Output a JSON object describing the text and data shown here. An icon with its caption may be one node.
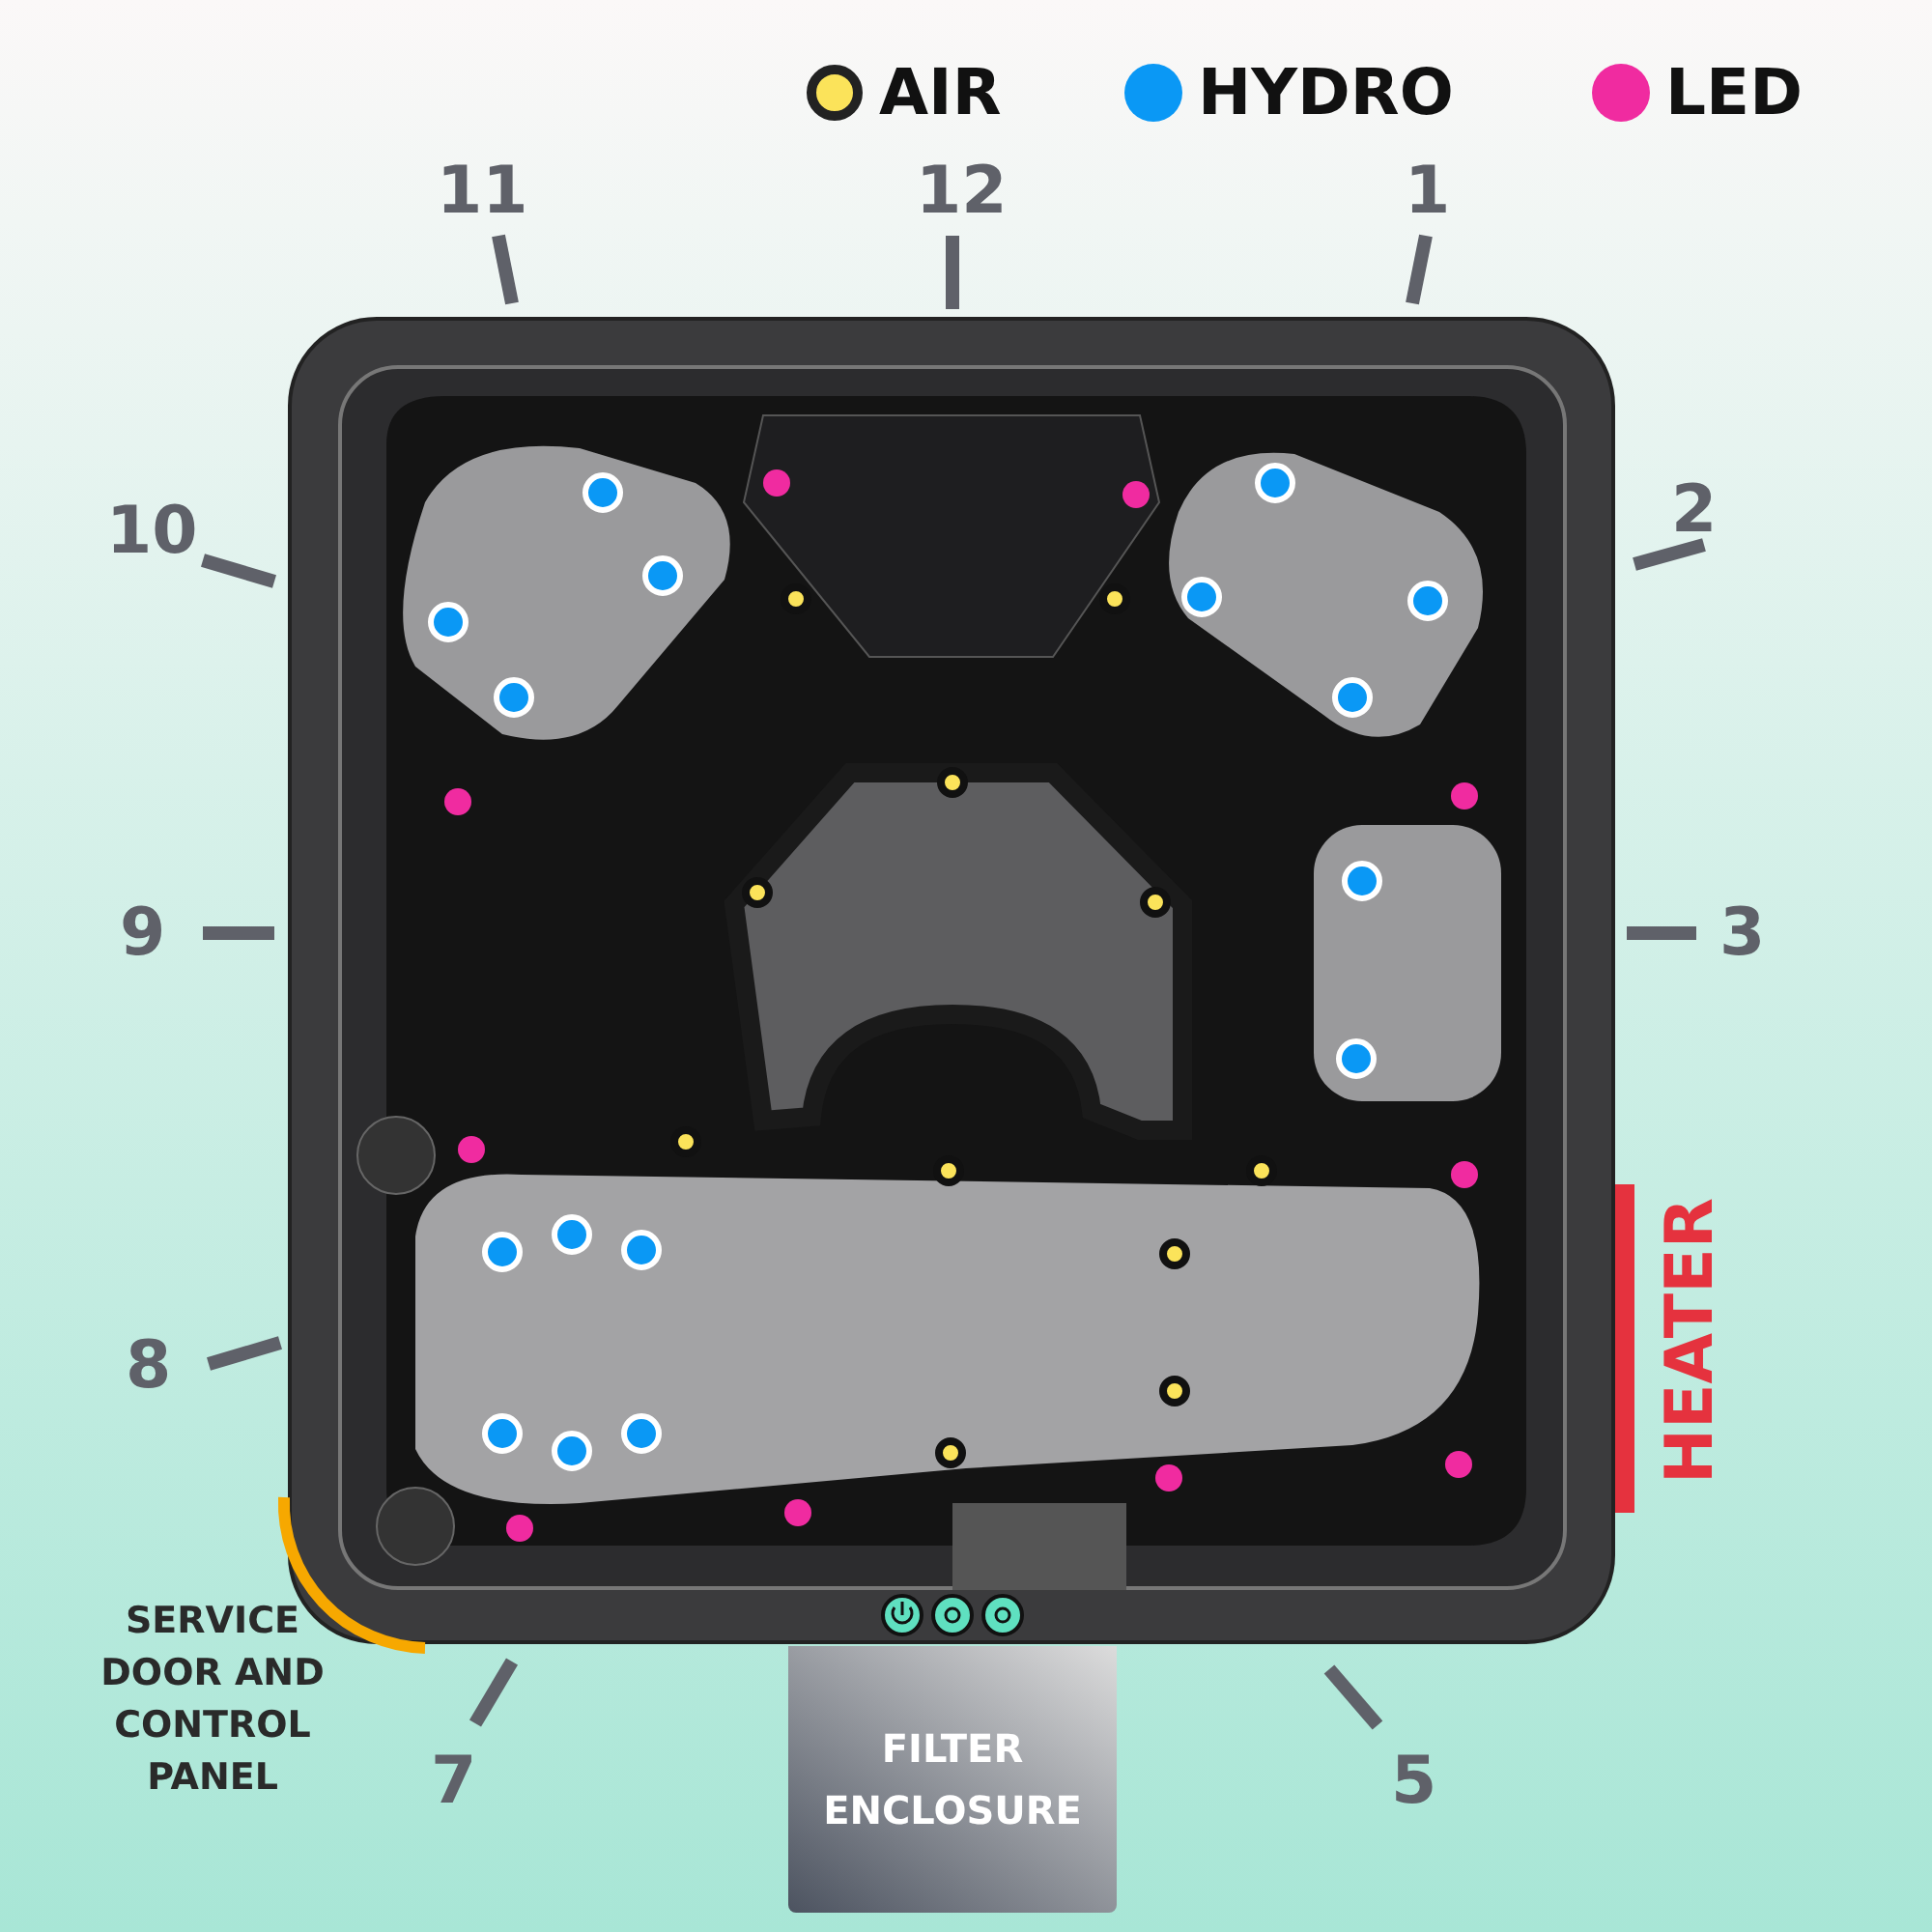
{
  "diagram": {
    "nodes": [
      {
        "text": [
          "FILTER ENCLOSURE"
        ]
      }
    ],
    "edges": [],
    "labels": [
      "11",
      "12",
      "1",
      "10",
      "2",
      "9",
      "3",
      "HEATER",
      "8",
      "SERVICE DOOR AND CONTROL PANEL",
      "7",
      "5"
    ],
    "legend": [
      {
        "text": "AIR",
        "color": "#fbe35a"
      },
      {
        "text": "HYDRO",
        "color": "#0a98f5"
      },
      {
        "text": "LED",
        "color": "#f02ba0"
      }
    ]
  }
}
